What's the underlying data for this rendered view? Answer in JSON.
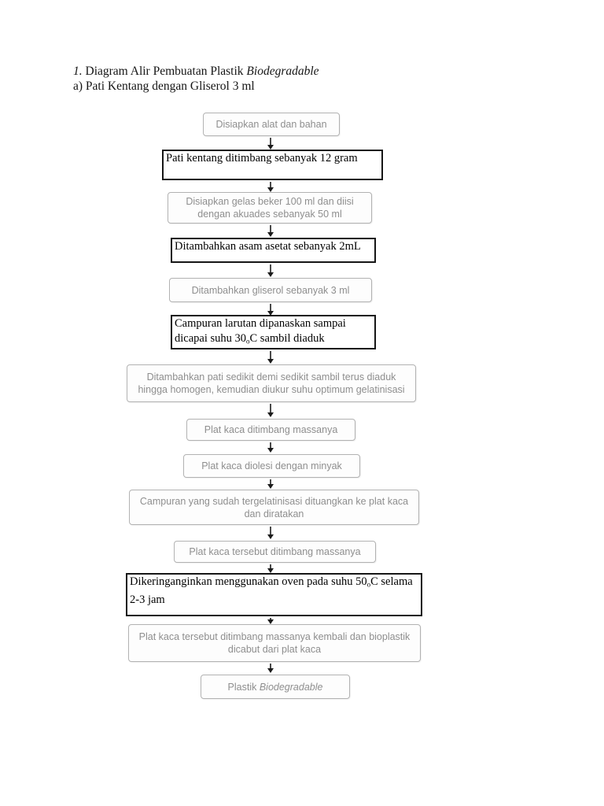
{
  "header": {
    "title_num": "1.",
    "title_main": " Diagram Alir Pembuatan Plastik ",
    "title_italic": "Biodegradable",
    "subtitle": "a) Pati Kentang dengan Gliserol 3 ml"
  },
  "flowchart": {
    "steps": [
      {
        "type": "process-gray",
        "text": "Disiapkan alat dan bahan"
      },
      {
        "type": "note-black",
        "text": "Pati kentang ditimbang sebanyak 12 gram"
      },
      {
        "type": "process-gray",
        "text": "Disiapkan gelas beker 100 ml dan diisi dengan akuades sebanyak 50 ml"
      },
      {
        "type": "note-black",
        "text": "Ditambahkan asam asetat sebanyak 2mL"
      },
      {
        "type": "process-gray",
        "text": "Ditambahkan gliserol sebanyak 3 ml"
      },
      {
        "type": "note-black",
        "text_before_sub": "Campuran larutan dipanaskan sampai dicapai suhu 30",
        "sub": "o",
        "text_after_sub": "C sambil diaduk"
      },
      {
        "type": "process-gray",
        "text": "Ditambahkan pati sedikit demi sedikit sambil terus diaduk hingga homogen, kemudian diukur suhu optimum gelatinisasi"
      },
      {
        "type": "process-gray",
        "text": "Plat kaca ditimbang massanya"
      },
      {
        "type": "process-gray",
        "text": "Plat kaca diolesi dengan minyak"
      },
      {
        "type": "process-gray",
        "text": "Campuran yang sudah tergelatinisasi dituangkan ke plat kaca dan diratakan"
      },
      {
        "type": "process-gray",
        "text": "Plat kaca tersebut ditimbang massanya"
      },
      {
        "type": "note-black",
        "text_before_sub": "Dikeringanginkan menggunakan oven pada suhu 50",
        "sub": "o",
        "text_after_sub": "C selama 2-3 jam"
      },
      {
        "type": "process-gray",
        "text": "Plat kaca tersebut ditimbang massanya kembali dan bioplastik dicabut dari plat kaca"
      },
      {
        "type": "process-gray",
        "text_prefix": "Plastik ",
        "text_italic": "Biodegradable"
      }
    ]
  }
}
